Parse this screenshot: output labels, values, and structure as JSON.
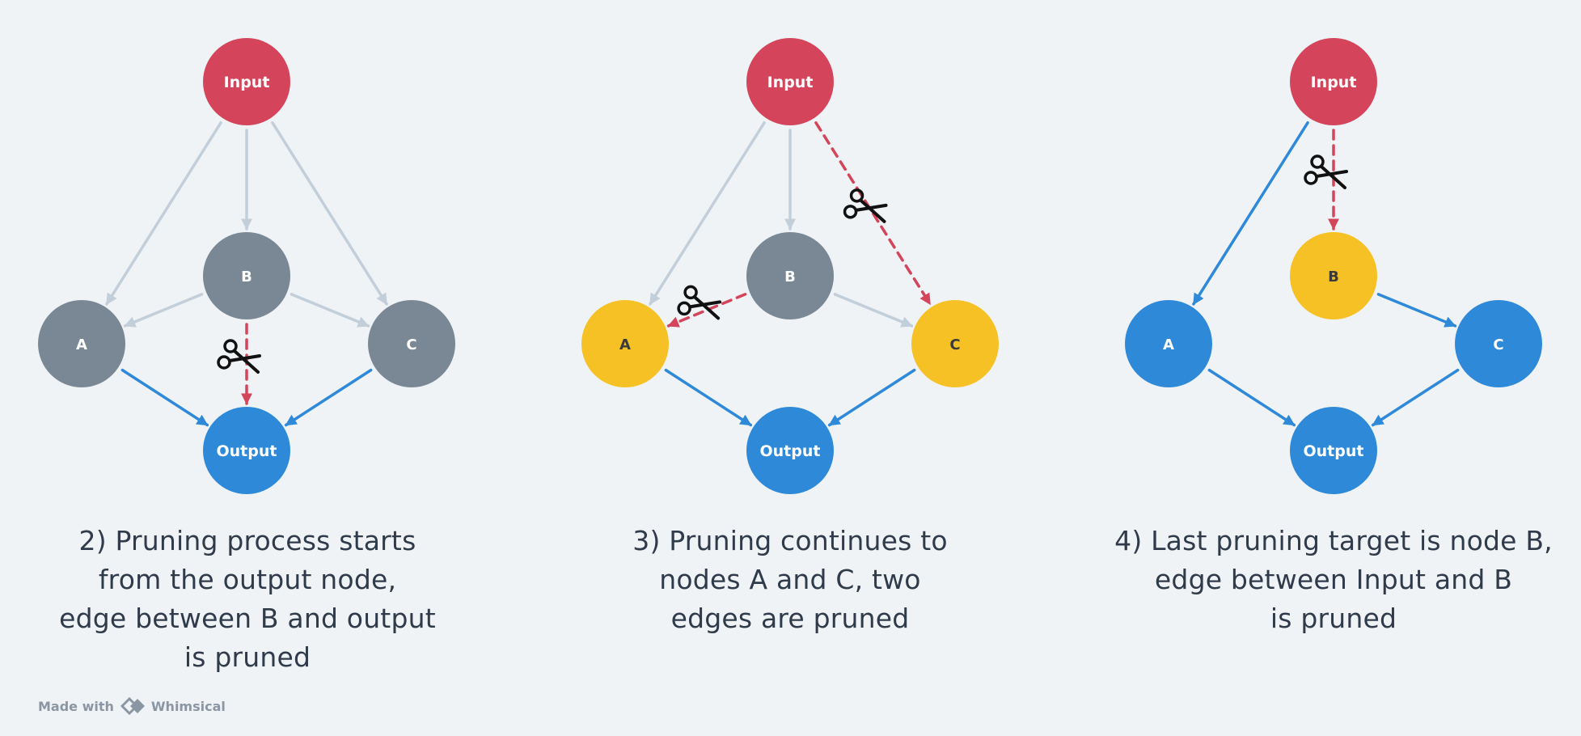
{
  "colors": {
    "red": "#d4445a",
    "gray": "#7a8795",
    "yellow": "#f6c124",
    "blue": "#2e89d9",
    "faded_edge": "#c2cfda",
    "cut_edge": "#d4445a",
    "active_edge": "#2e89d9"
  },
  "nodes": {
    "input": "Input",
    "a": "A",
    "b": "B",
    "c": "C",
    "output": "Output"
  },
  "panels": [
    {
      "caption": [
        "2) Pruning process starts",
        "from the output node,",
        "edge between B and output",
        "is pruned"
      ],
      "node_colors": {
        "input": "red",
        "a": "gray",
        "b": "gray",
        "c": "gray",
        "output": "blue"
      },
      "edges": [
        {
          "from": "input",
          "to": "a",
          "style": "faded"
        },
        {
          "from": "input",
          "to": "b",
          "style": "faded"
        },
        {
          "from": "input",
          "to": "c",
          "style": "faded"
        },
        {
          "from": "b",
          "to": "a",
          "style": "faded"
        },
        {
          "from": "b",
          "to": "c",
          "style": "faded"
        },
        {
          "from": "b",
          "to": "output",
          "style": "cut"
        },
        {
          "from": "a",
          "to": "output",
          "style": "active"
        },
        {
          "from": "c",
          "to": "output",
          "style": "active"
        }
      ]
    },
    {
      "caption": [
        "3) Pruning continues to",
        "nodes A and C, two",
        "edges are pruned"
      ],
      "node_colors": {
        "input": "red",
        "a": "yellow",
        "b": "gray",
        "c": "yellow",
        "output": "blue"
      },
      "edges": [
        {
          "from": "input",
          "to": "a",
          "style": "faded"
        },
        {
          "from": "input",
          "to": "b",
          "style": "faded"
        },
        {
          "from": "input",
          "to": "c",
          "style": "cut"
        },
        {
          "from": "b",
          "to": "a",
          "style": "cut"
        },
        {
          "from": "b",
          "to": "c",
          "style": "faded"
        },
        {
          "from": "a",
          "to": "output",
          "style": "active"
        },
        {
          "from": "c",
          "to": "output",
          "style": "active"
        }
      ]
    },
    {
      "caption": [
        "4) Last pruning target is node B,",
        "edge between Input and B",
        "is pruned"
      ],
      "node_colors": {
        "input": "red",
        "a": "blue",
        "b": "yellow",
        "c": "blue",
        "output": "blue"
      },
      "edges": [
        {
          "from": "input",
          "to": "a",
          "style": "active"
        },
        {
          "from": "input",
          "to": "b",
          "style": "cut"
        },
        {
          "from": "b",
          "to": "c",
          "style": "active"
        },
        {
          "from": "a",
          "to": "output",
          "style": "active"
        },
        {
          "from": "c",
          "to": "output",
          "style": "active"
        }
      ]
    }
  ],
  "footer": {
    "made_with": "Made with",
    "brand": "Whimsical"
  }
}
